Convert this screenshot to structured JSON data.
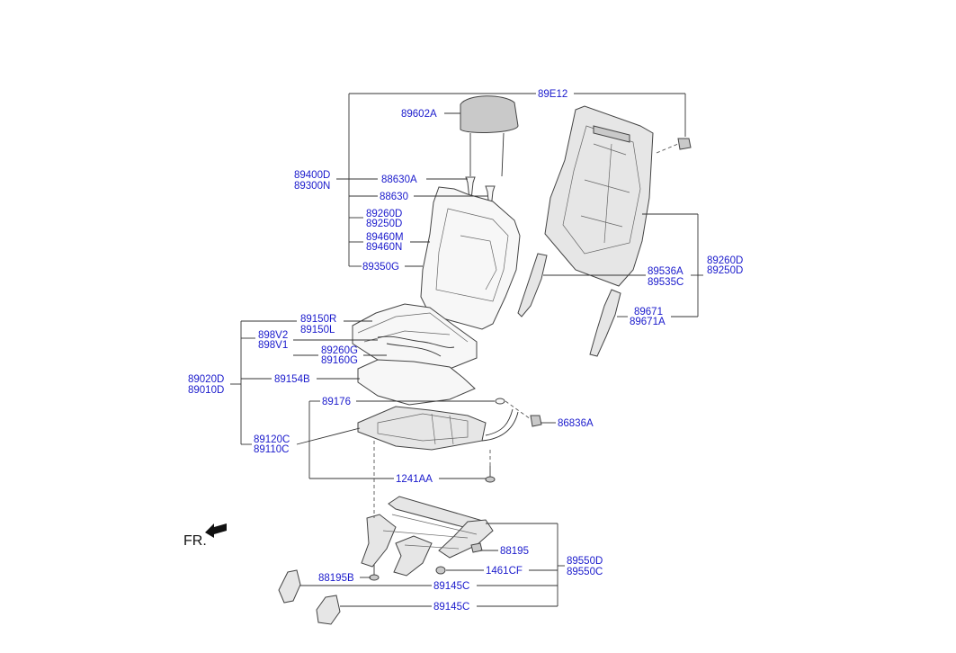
{
  "labels": {
    "l89E12": "89E12",
    "l89602A": "89602A",
    "l89400D": "89400D",
    "l89300N": "89300N",
    "l88630A": "88630A",
    "l88630": "88630",
    "l89260D_a": "89260D",
    "l89250D_a": "89250D",
    "l89460M": "89460M",
    "l89460N": "89460N",
    "l89350G": "89350G",
    "l89260D_b": "89260D",
    "l89250D_b": "89250D",
    "l89536A": "89536A",
    "l89535C": "89535C",
    "l89671": "89671",
    "l89671A": "89671A",
    "l89150R": "89150R",
    "l89150L": "89150L",
    "l898V2": "898V2",
    "l898V1": "898V1",
    "l89260G": "89260G",
    "l89160G": "89160G",
    "l89020D": "89020D",
    "l89010D": "89010D",
    "l89154B": "89154B",
    "l89176": "89176",
    "l86836A": "86836A",
    "l89120C": "89120C",
    "l89110C": "89110C",
    "l1241AA": "1241AA",
    "l88195": "88195",
    "l1461CF": "1461CF",
    "l89550D": "89550D",
    "l89550C": "89550C",
    "l88195B": "88195B",
    "l89145C_a": "89145C",
    "l89145C_b": "89145C",
    "fr": "FR."
  }
}
